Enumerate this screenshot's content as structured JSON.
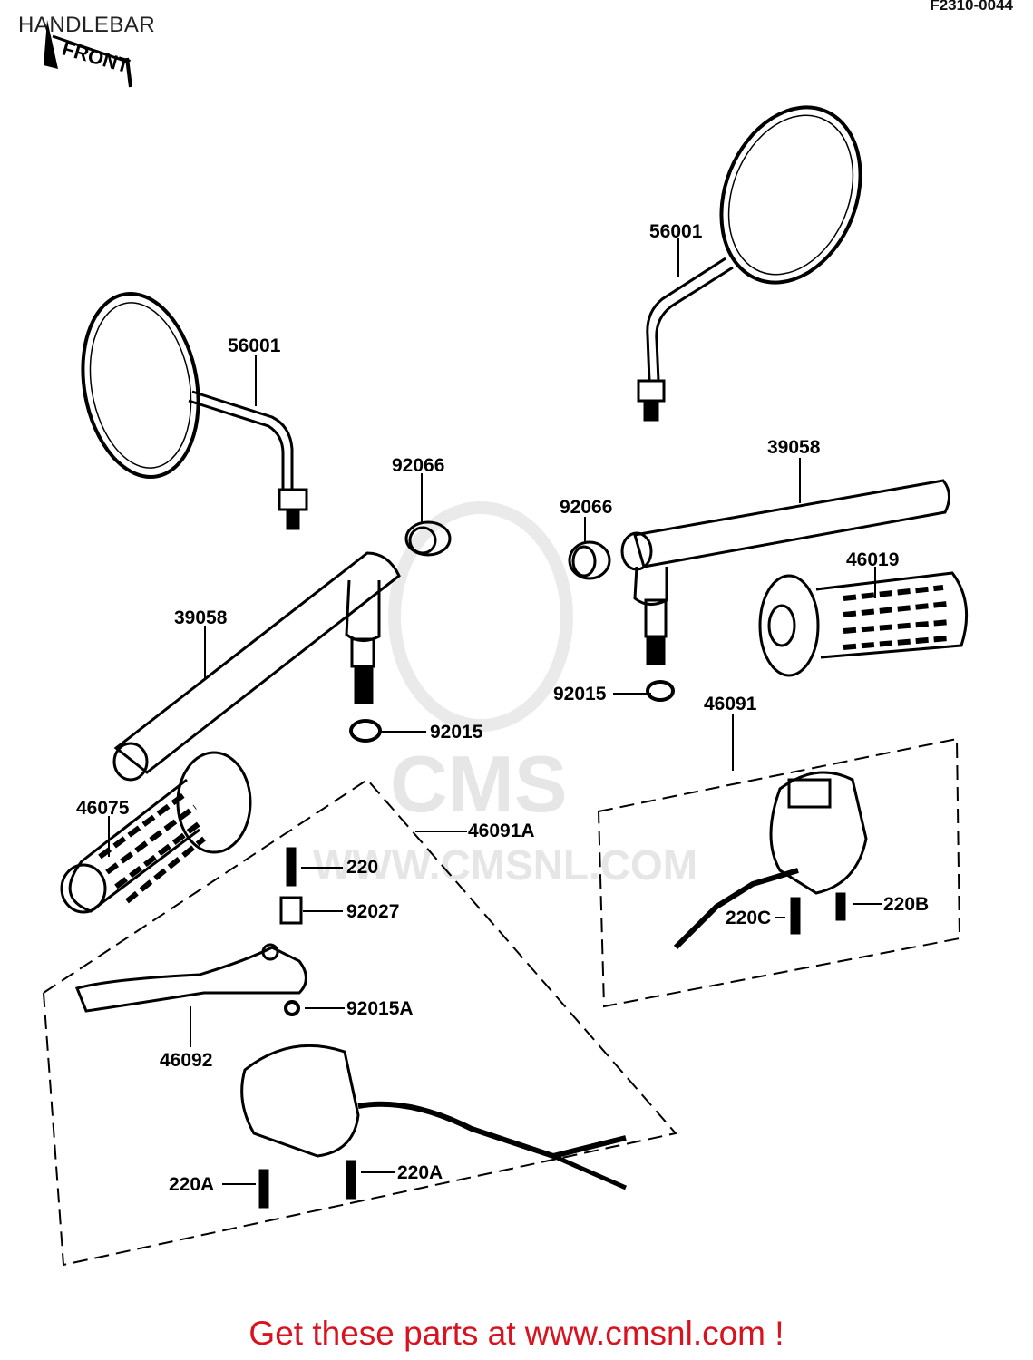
{
  "header": {
    "title": "HANDLEBAR",
    "diagram_code": "F2310-0044",
    "front_marker": "FRONT"
  },
  "watermark": {
    "brand": "CMS",
    "url": "WWW.CMSNL.COM"
  },
  "parts": {
    "mirror_left": "56001",
    "mirror_right": "56001",
    "cap_left": "92066",
    "cap_right": "92066",
    "handlebar_left": "39058",
    "handlebar_right": "39058",
    "grip_right": "46019",
    "grip_left": "46075",
    "nut_left": "92015",
    "nut_right": "92015",
    "switch_right": "46091",
    "lever_assembly": "46091A",
    "screw_220": "220",
    "collar": "92027",
    "nut_lever": "92015A",
    "lever": "46092",
    "screw_220a_left": "220A",
    "screw_220a_right": "220A",
    "screw_220b": "220B",
    "screw_220c": "220C"
  },
  "footer": {
    "text": "Get these parts at www.cmsnl.com !"
  }
}
